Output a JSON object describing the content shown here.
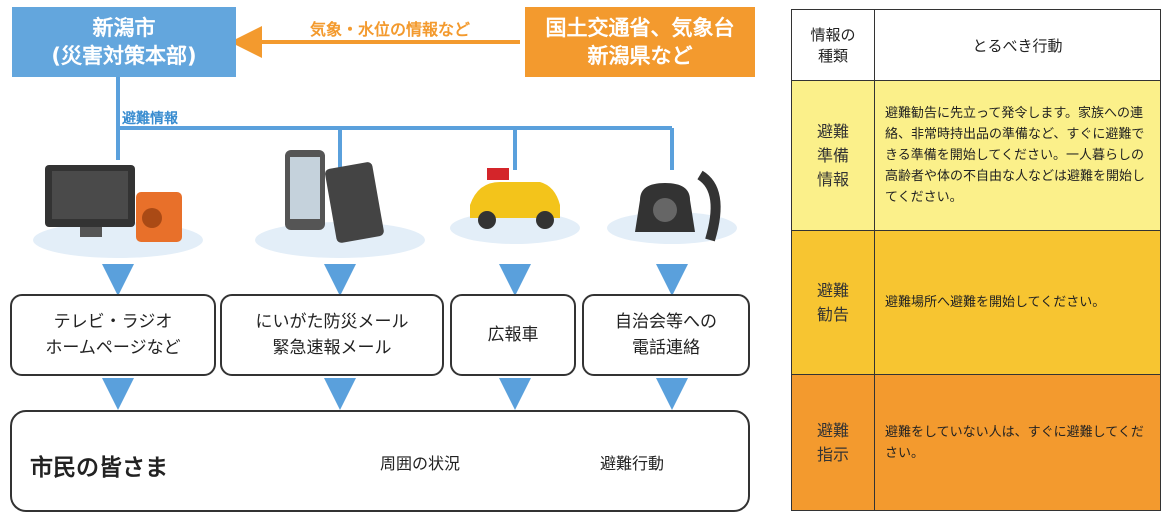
{
  "source": {
    "city_label": "新潟市\n(災害対策本部)",
    "agencies_label": "国土交通省、気象台\n新潟県など",
    "arrow_label": "気象・水位の情報など"
  },
  "info_label": "避難情報",
  "channels": [
    {
      "label": "テレビ・ラジオ\nホームページなど"
    },
    {
      "label": "にいがた防災メール\n緊急速報メール"
    },
    {
      "label": "広報車"
    },
    {
      "label": "自治会等への\n電話連絡"
    }
  ],
  "citizens": {
    "label": "市民の皆さま",
    "situation": "周囲の状況",
    "action": "避難行動"
  },
  "table": {
    "header_type": "情報の\n種類",
    "header_action": "とるべき行動",
    "rows": [
      {
        "type": "避難\n準備\n情報",
        "desc": "避難勧告に先立って発令します。家族への連絡、非常時持出品の準備など、すぐに避難できる準備を開始してください。一人暮らしの高齢者や体の不自由な人などは避難を開始してください。",
        "color": "#fbf08a"
      },
      {
        "type": "避難\n勧告",
        "desc": "避難場所へ避難を開始してください。",
        "color": "#f7c531"
      },
      {
        "type": "避難\n指示",
        "desc": "避難をしていない人は、すぐに避難してください。",
        "color": "#f39a2e"
      }
    ]
  },
  "colors": {
    "blue": "#63a6dd",
    "line_blue": "#5aa0dc",
    "orange": "#f39a2e"
  }
}
